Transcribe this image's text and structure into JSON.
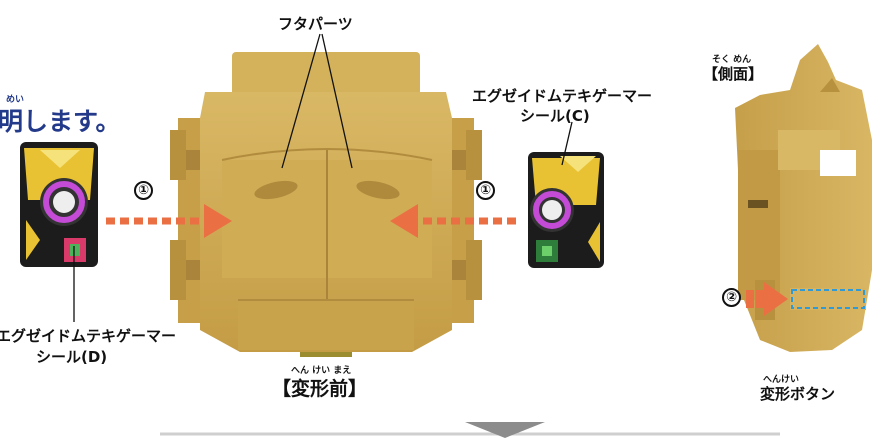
{
  "heading": {
    "text": "明します。",
    "ruby": "めい"
  },
  "labels": {
    "futa_parts": "フタパーツ",
    "seal_c_line1": "エグゼイドムテキゲーマー",
    "seal_c_line2": "シール(C)",
    "seal_d_line1": "エグゼイドムテキゲーマー",
    "seal_d_line2": "シール(D)",
    "before": "【変形前】",
    "before_ruby": "へん けい まえ",
    "side": "【側面】",
    "side_ruby": "そく めん",
    "button": "変形ボタン",
    "button_ruby": "へんけい"
  },
  "steps": {
    "one": "①",
    "two": "②"
  },
  "colors": {
    "body_gold": "#cda84f",
    "body_light": "#dcbc68",
    "body_shadow": "#a9843a",
    "arrow_orange": "#ea7044",
    "heading_blue": "#23398a",
    "button_highlight": "#2f9ad6"
  }
}
